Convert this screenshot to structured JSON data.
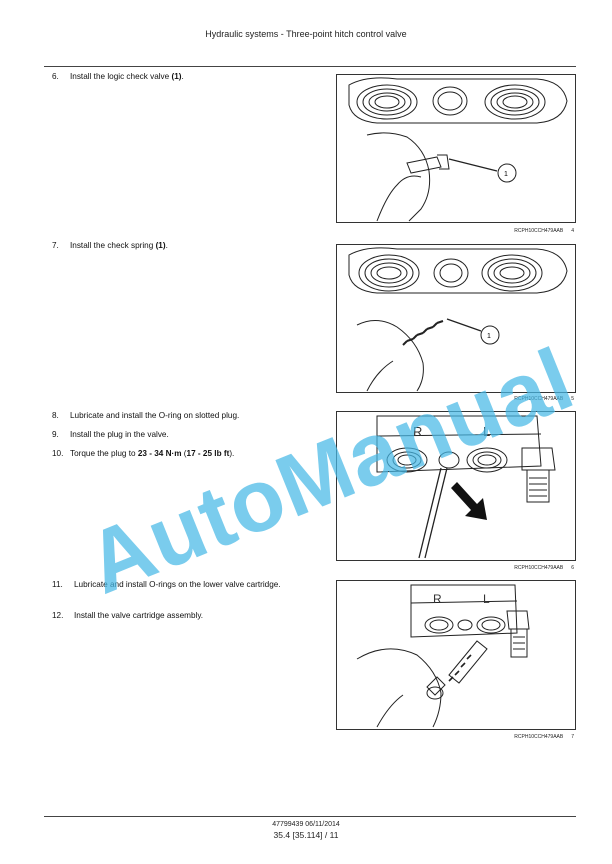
{
  "header": {
    "title": "Hydraulic systems - Three-point hitch control valve"
  },
  "steps": [
    {
      "num": "6.",
      "text": "Install the logic check valve ",
      "bold": "(1)",
      "tail": "."
    },
    {
      "num": "7.",
      "text": "Install the check spring ",
      "bold": "(1)",
      "tail": "."
    },
    {
      "num": "8.",
      "text": "Lubricate and install the O-ring on slotted plug."
    },
    {
      "num": "9.",
      "text": "Install the plug in the valve."
    },
    {
      "num": "10.",
      "text": "Torque the plug to ",
      "bold": "23 - 34 N·m",
      "mid": " (",
      "bold2": "17 - 25 lb ft",
      "tail": ")."
    },
    {
      "num": "11.",
      "text": "Lubricate and install O-rings on the lower valve cartridge."
    },
    {
      "num": "12.",
      "text": "Install the valve cartridge assembly."
    }
  ],
  "figures": [
    {
      "code": "RCPH10CCH479AAB",
      "number": "4",
      "callout": "1"
    },
    {
      "code": "RCPH10CCH479AAB",
      "number": "5",
      "callout": "1"
    },
    {
      "code": "RCPH10CCH479AAB",
      "number": "6",
      "labels": [
        "R",
        "L"
      ]
    },
    {
      "code": "RCPH10CCH479AAB",
      "number": "7",
      "labels": [
        "R",
        "L"
      ]
    }
  ],
  "watermark": {
    "text": "AutoManual"
  },
  "footer": {
    "ref": "47799439 06/11/2014",
    "page": "35.4 [35.114] / 11"
  }
}
